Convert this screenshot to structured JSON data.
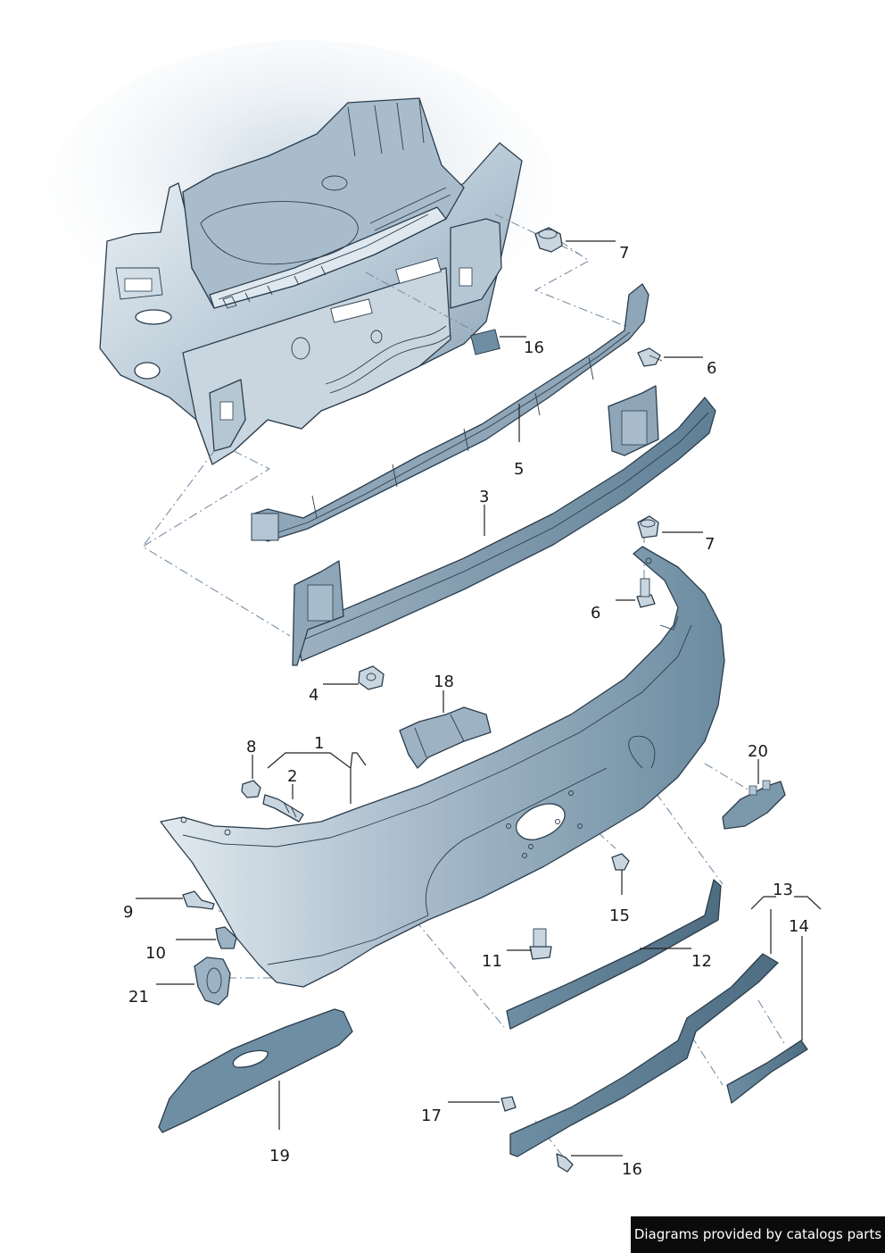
{
  "diagram": {
    "type": "exploded parts diagram",
    "subject": "rear bumper assembly",
    "callouts": [
      "1",
      "2",
      "3",
      "4",
      "5",
      "6",
      "6",
      "7",
      "7",
      "8",
      "9",
      "10",
      "11",
      "12",
      "13",
      "14",
      "15",
      "16",
      "16",
      "17",
      "18",
      "19",
      "20",
      "21"
    ],
    "colors": {
      "body_fill": "#8fa6b8",
      "body_light": "#d5e0e8",
      "part_fill": "#6f8ea3",
      "line": "#2b3d4d",
      "phantom_line": "#7a8fa3"
    }
  },
  "labels": {
    "c1": "1",
    "c2": "2",
    "c3": "3",
    "c4": "4",
    "c5": "5",
    "c6a": "6",
    "c6b": "6",
    "c7a": "7",
    "c7b": "7",
    "c8": "8",
    "c9": "9",
    "c10": "10",
    "c11": "11",
    "c12": "12",
    "c13": "13",
    "c14": "14",
    "c15": "15",
    "c16a": "16",
    "c16b": "16",
    "c17": "17",
    "c18": "18",
    "c19": "19",
    "c20": "20",
    "c21": "21"
  },
  "footer": {
    "credit": "Diagrams provided by catalogs parts"
  }
}
